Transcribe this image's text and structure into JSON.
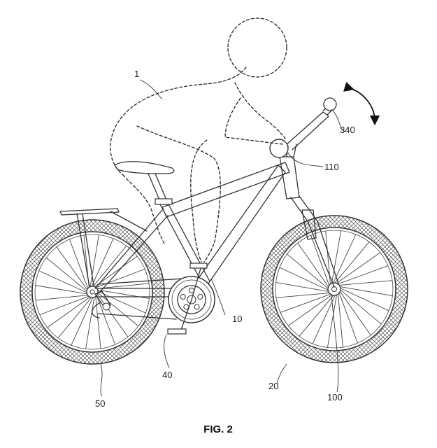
{
  "labels": {
    "rider": "1",
    "frame": "10",
    "front_wheel": "20",
    "chain": "40",
    "rear_wheel": "50",
    "front_hub": "100",
    "head_unit": "110",
    "handle": "340"
  },
  "caption": "FIG. 2"
}
